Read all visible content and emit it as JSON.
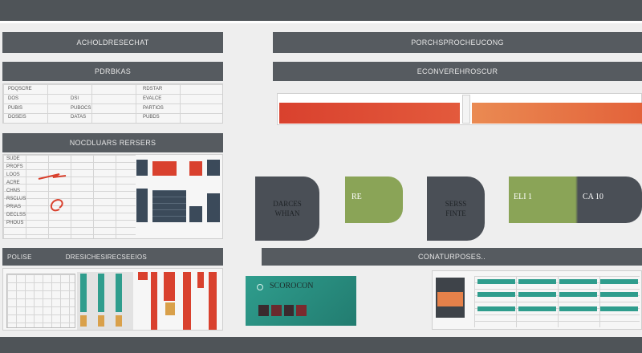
{
  "colors": {
    "dark": "#565b60",
    "accent_red": "#d9412e",
    "accent_orange": "#e5814a",
    "accent_green": "#8aa457",
    "accent_teal": "#2f9d8d",
    "dark_tile": "#4a4f56"
  },
  "left": {
    "top_header": "ACHOLDRESECHAT",
    "sub_header": "PDRBKAS",
    "table_rows": [
      {
        "a": "PDQSCRE",
        "b": "",
        "c": "RDSTAR"
      },
      {
        "a": "DOS",
        "b": "DSI",
        "c": "EVALCE"
      },
      {
        "a": "PUBIS",
        "b": "PUBOCS",
        "c": "PARTIOS"
      },
      {
        "a": "DOSEIS",
        "b": "DATAS",
        "c": "PUBDS"
      }
    ],
    "mid_header": "NOCDLUARS RERSERS",
    "mid_labels": [
      "SUDE",
      "PROFS",
      "LOOS",
      "ACRE",
      "CHNS",
      "RSCLUS",
      "PRIAS",
      "DECLSS",
      "PHOUS"
    ],
    "bottom_header_left": "POLISE",
    "bottom_header_right": "DRESICHESIRECSEEIOS"
  },
  "right": {
    "top_header": "PORCHSPROCHEUCONG",
    "sub_header": "ECONVEREHROSCUR",
    "tiles": [
      {
        "line1": "DARCES",
        "line2": "WHIAN"
      },
      {
        "line1": "SERSS",
        "line2": "FINTE"
      }
    ],
    "green_tile_text": "RE",
    "wide_tile_left": "ELI 1",
    "wide_tile_right": "CA 10",
    "bottom_header": "CONATURPOSES..",
    "teal_card_title": "SCOROCON"
  }
}
